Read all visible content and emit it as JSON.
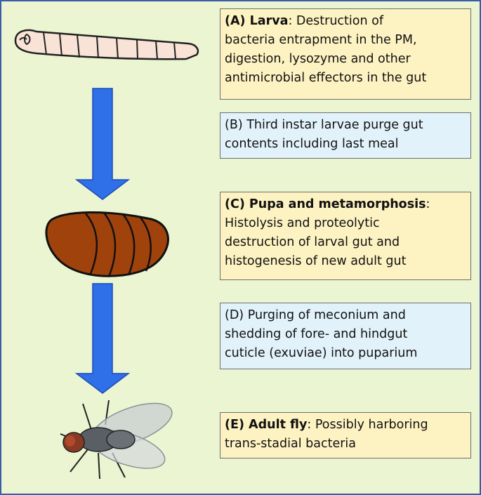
{
  "stages": [
    {
      "head": "(A) Larva",
      "lines": [
        ": Destruction of",
        "bacteria entrapment in the PM,",
        "digestion, lysozyme and other",
        "antimicrobial effectors in the gut"
      ],
      "color": "#fdf2c2"
    },
    {
      "head": "",
      "lines": [
        "(B) Third instar larvae purge gut",
        "contents including last meal"
      ],
      "color": "#e2f2fb"
    },
    {
      "head": "(C) Pupa and metamorphosis",
      "lines": [
        ":",
        "Histolysis and proteolytic",
        "destruction of larval gut and",
        "histogenesis of new adult gut"
      ],
      "color": "#fdf2c2"
    },
    {
      "head": "",
      "lines": [
        "(D) Purging of meconium and",
        "shedding of fore- and hindgut",
        "cuticle (exuviae) into puparium"
      ],
      "color": "#e2f2fb"
    },
    {
      "head": "(E) Adult fly",
      "lines": [
        ": Possibly harboring",
        "trans-stadial bacteria"
      ],
      "color": "#fdf2c2"
    }
  ],
  "colors": {
    "background": "#ebf5d2",
    "border": "#3b5ca8",
    "arrow": "#2f6fe8",
    "pupa": "#a0420c"
  },
  "icons": [
    "larva-illustration",
    "pupa-illustration",
    "adult-fly-illustration",
    "down-arrow"
  ]
}
